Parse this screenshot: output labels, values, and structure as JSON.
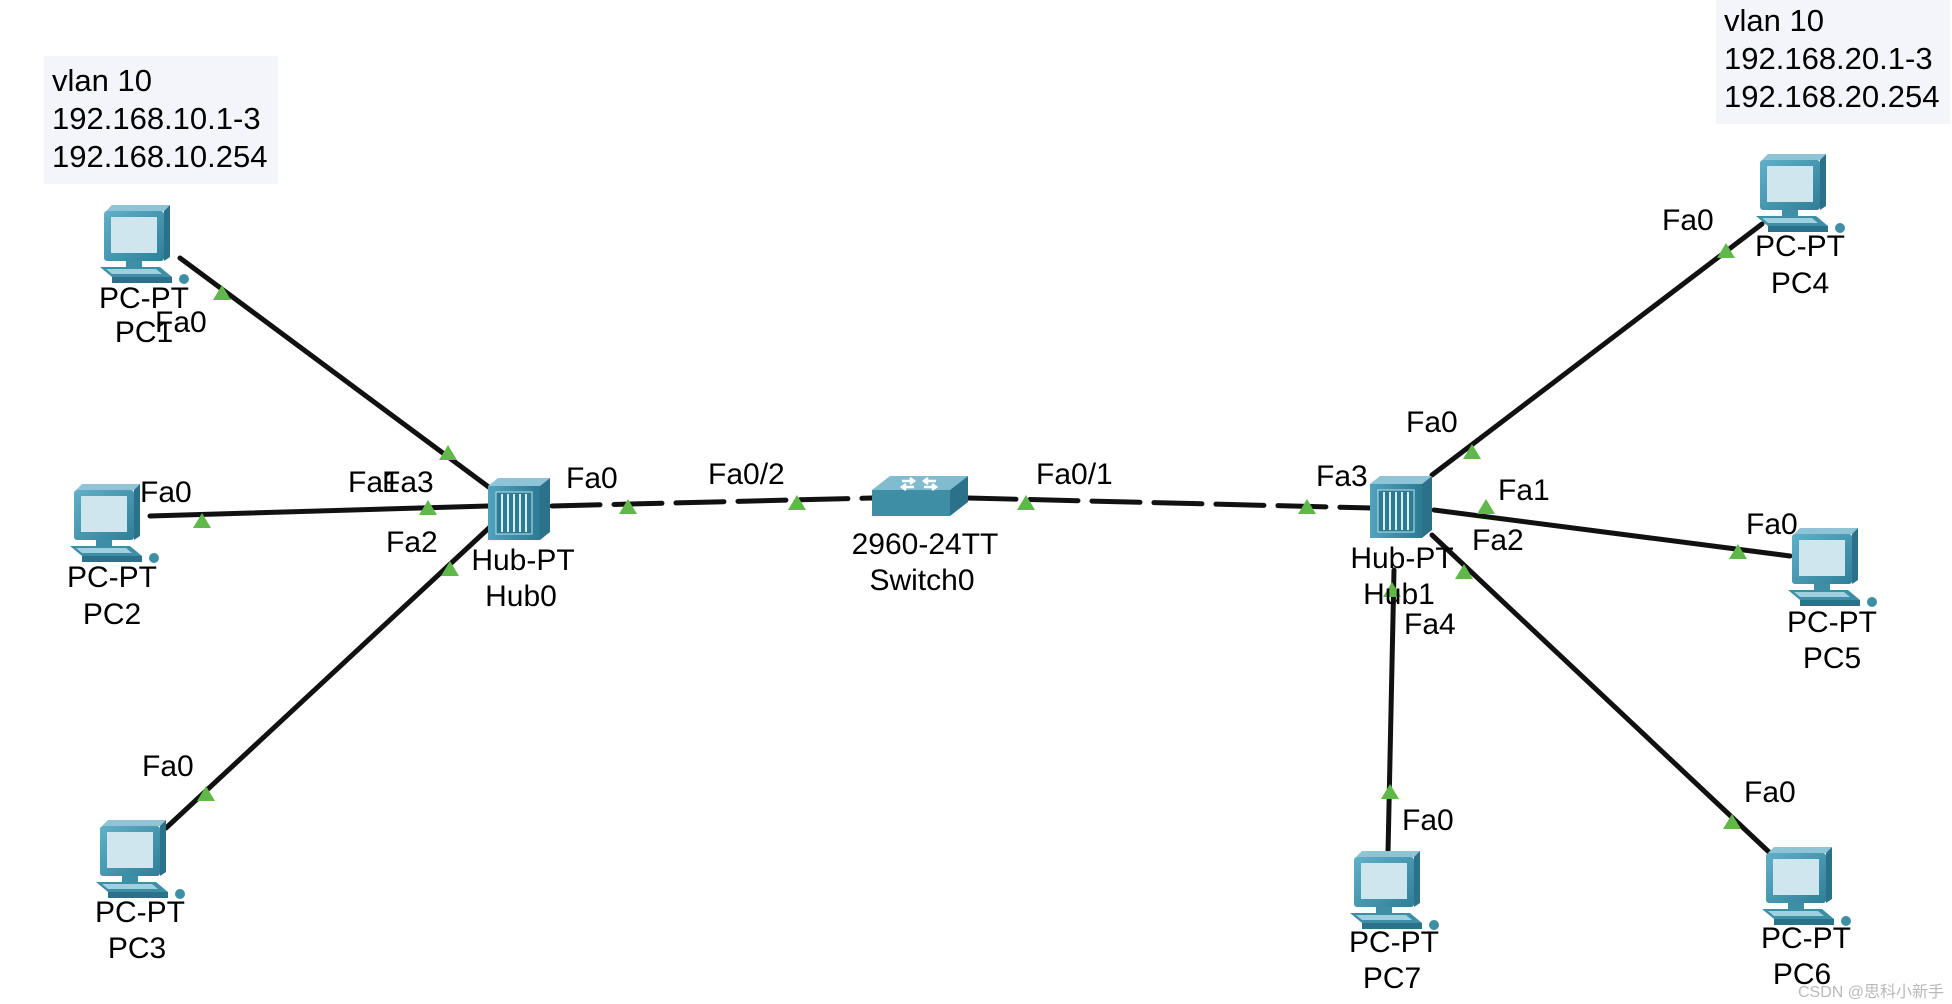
{
  "notes": {
    "left": [
      "vlan 10",
      "192.168.10.1-3",
      "192.168.10.254"
    ],
    "right": [
      "vlan 10",
      "192.168.20.1-3",
      "192.168.20.254"
    ]
  },
  "devices": {
    "pc1": {
      "model": "PC-PT",
      "name": "PC1"
    },
    "pc2": {
      "model": "PC-PT",
      "name": "PC2"
    },
    "pc3": {
      "model": "PC-PT",
      "name": "PC3"
    },
    "pc4": {
      "model": "PC-PT",
      "name": "PC4"
    },
    "pc5": {
      "model": "PC-PT",
      "name": "PC5"
    },
    "pc6": {
      "model": "PC-PT",
      "name": "PC6"
    },
    "pc7": {
      "model": "PC-PT",
      "name": "PC7"
    },
    "hub0": {
      "model": "Hub-PT",
      "name": "Hub0"
    },
    "hub1": {
      "model": "Hub-PT",
      "name": "Hub1"
    },
    "switch0": {
      "model": "2960-24TT",
      "name": "Switch0"
    }
  },
  "ports": {
    "pc1": "Fa0",
    "pc2": "Fa0",
    "pc3": "Fa0",
    "pc4": "Fa0",
    "pc5": "Fa0",
    "pc6": "Fa0",
    "pc7": "Fa0",
    "hub0_fa0": "Fa0",
    "hub0_fa1": "Fa1",
    "hub0_fa2": "Fa2",
    "hub0_fa3": "Fa3",
    "hub1_fa0": "Fa0",
    "hub1_fa1": "Fa1",
    "hub1_fa2": "Fa2",
    "hub1_fa3": "Fa3",
    "hub1_fa4": "Fa4",
    "sw_fa0_1": "Fa0/1",
    "sw_fa0_2": "Fa0/2"
  },
  "watermark": "CSDN @思科小新手",
  "colors": {
    "link": "#111111",
    "port_up": "#5fb849",
    "device": "#3e8fa6",
    "device_light": "#cfe6ee"
  }
}
